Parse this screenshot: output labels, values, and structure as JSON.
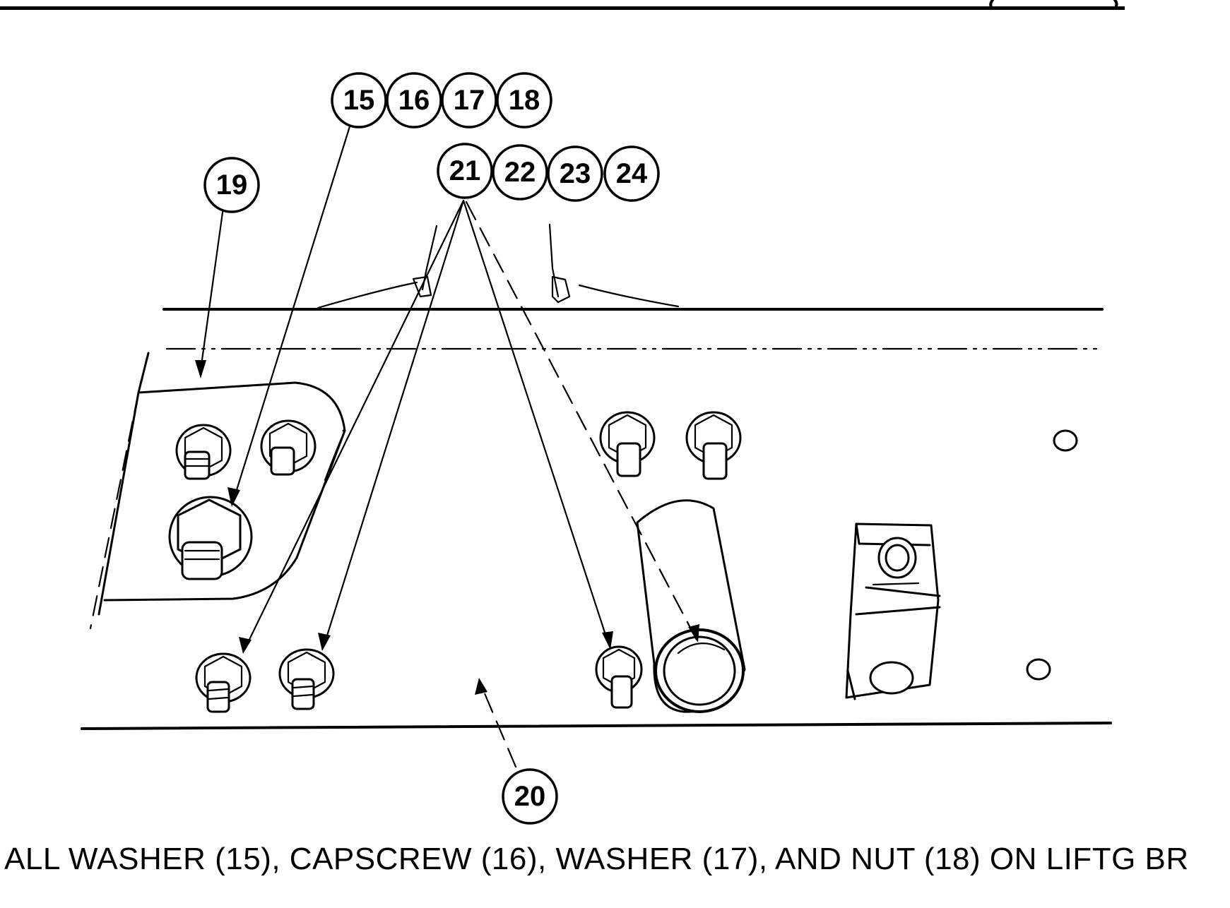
{
  "callouts": {
    "c15": "15",
    "c16": "16",
    "c17": "17",
    "c18": "18",
    "c19": "19",
    "c20": "20",
    "c21": "21",
    "c22": "22",
    "c23": "23",
    "c24": "24"
  },
  "caption": "ALL WASHER (15), CAPSCREW (16), WASHER (17), AND NUT (18) ON LIFTG BR"
}
